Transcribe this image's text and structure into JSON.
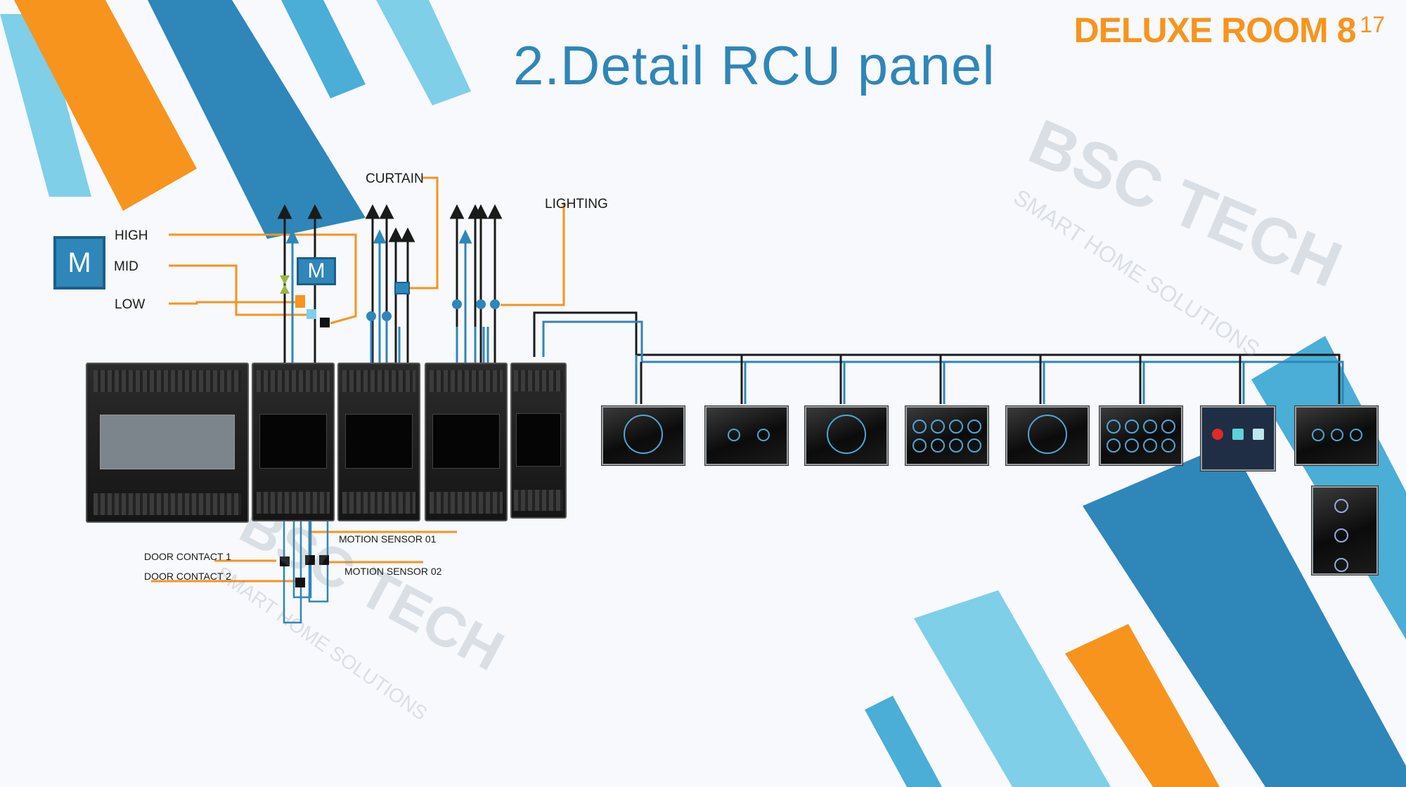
{
  "header": {
    "title": "2.Detail RCU panel",
    "room_name": "DELUXE ROOM 8",
    "page_number": "17"
  },
  "labels": {
    "fan_motor": "M",
    "fan_high": "HIGH",
    "fan_mid": "MID",
    "fan_low": "LOW",
    "valve_motor": "M",
    "curtain": "CURTAIN",
    "lighting": "LIGHTING",
    "motion_sensor_1": "MOTION SENSOR 01",
    "motion_sensor_2": "MOTION SENSOR 02",
    "door_contact_1": "DOOR CONTACT 1",
    "door_contact_2": "DOOR CONTACT 2"
  },
  "watermark": {
    "brand": "BSC TECH",
    "tagline": "SMART HOME SOLUTIONS"
  },
  "colors": {
    "accent_blue": "#2f86b8",
    "light_blue": "#7fcfe8",
    "orange": "#f7941d",
    "wire_dark": "#1a1a1a"
  }
}
